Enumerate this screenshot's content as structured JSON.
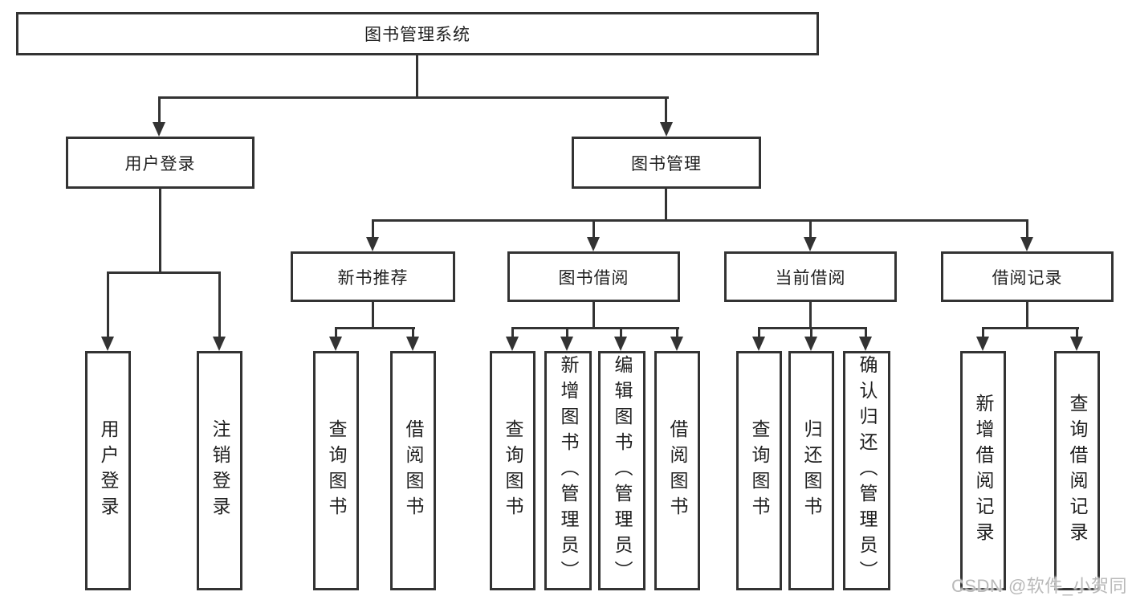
{
  "diagram": {
    "root": {
      "label": "图书管理系统"
    },
    "branches": [
      {
        "label": "用户登录",
        "children": [
          {
            "label": "用户登录"
          },
          {
            "label": "注销登录"
          }
        ]
      },
      {
        "label": "图书管理",
        "children": [
          {
            "label": "新书推荐",
            "children": [
              {
                "label": "查询图书"
              },
              {
                "label": "借阅图书"
              }
            ]
          },
          {
            "label": "图书借阅",
            "children": [
              {
                "label": "查询图书"
              },
              {
                "label": "新增图书（管理员）"
              },
              {
                "label": "编辑图书（管理员）"
              },
              {
                "label": "借阅图书"
              }
            ]
          },
          {
            "label": "当前借阅",
            "children": [
              {
                "label": "查询图书"
              },
              {
                "label": "归还图书"
              },
              {
                "label": "确认归还（管理员）"
              }
            ]
          },
          {
            "label": "借阅记录",
            "children": [
              {
                "label": "新增借阅记录"
              },
              {
                "label": "查询借阅记录"
              }
            ]
          }
        ]
      }
    ]
  },
  "watermark": {
    "text": "CSDN @软件_小贺同学"
  },
  "colors": {
    "line": "#333333",
    "text": "#1f1f1f",
    "watermark": "#b9b9b9",
    "background": "#ffffff"
  }
}
